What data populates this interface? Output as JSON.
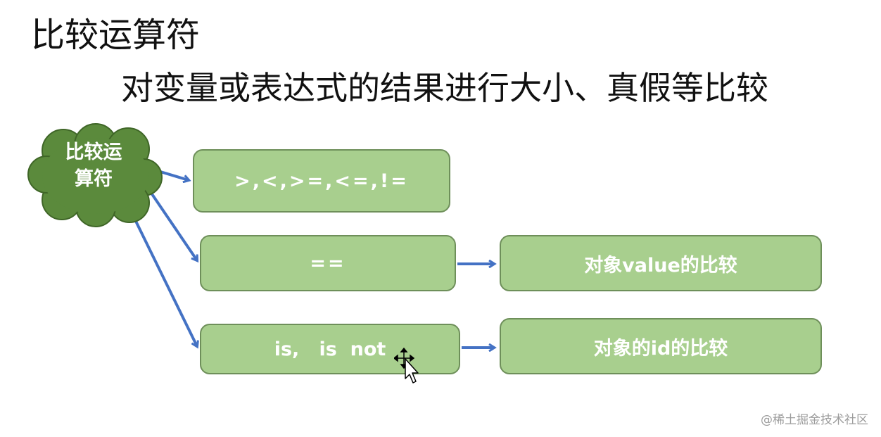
{
  "title": "比较运算符",
  "subtitle": "对变量或表达式的结果进行大小、真假等比较",
  "cloud": {
    "label_line1": "比较运",
    "label_line2": "算符",
    "color": "#5b8a3c"
  },
  "boxes": {
    "relational": ">,<,>=,<=,!=",
    "equality": "==",
    "identity": "is,   is  not"
  },
  "descriptions": {
    "equality": "对象value的比较",
    "identity": "对象的id的比较"
  },
  "colors": {
    "box_fill": "#a8cf8e",
    "box_border": "#6e8f5a",
    "arrow": "#4472c4"
  },
  "watermark": "@稀土掘金技术社区"
}
